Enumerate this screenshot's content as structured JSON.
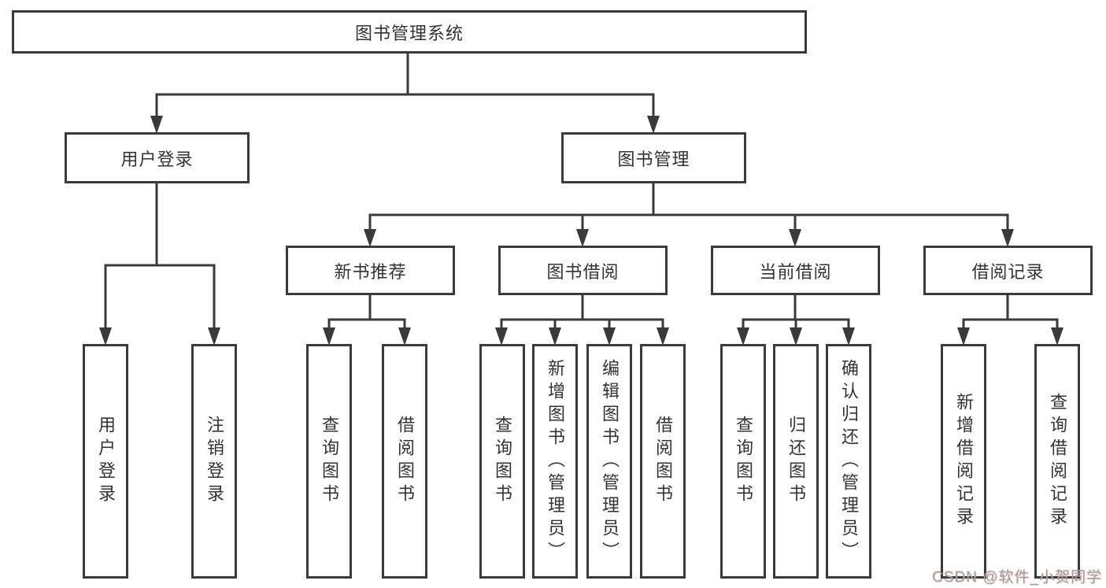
{
  "diagram": {
    "root": {
      "label": "图书管理系统"
    },
    "branches": [
      {
        "label": "用户登录",
        "children": [
          {
            "label": "用户登录"
          },
          {
            "label": "注销登录"
          }
        ]
      },
      {
        "label": "图书管理",
        "children": [
          {
            "label": "新书推荐",
            "children": [
              {
                "label": "查询图书"
              },
              {
                "label": "借阅图书"
              }
            ]
          },
          {
            "label": "图书借阅",
            "children": [
              {
                "label": "查询图书"
              },
              {
                "label": "新增图书（管理员）"
              },
              {
                "label": "编辑图书（管理员）"
              },
              {
                "label": "借阅图书"
              }
            ]
          },
          {
            "label": "当前借阅",
            "children": [
              {
                "label": "查询图书"
              },
              {
                "label": "归还图书"
              },
              {
                "label": "确认归还（管理员）"
              }
            ]
          },
          {
            "label": "借阅记录",
            "children": [
              {
                "label": "新增借阅记录"
              },
              {
                "label": "查询借阅记录"
              }
            ]
          }
        ]
      }
    ]
  },
  "watermark": {
    "text": "CSDN @软件_小贺同学"
  },
  "colors": {
    "line": "#3a3a3a",
    "box_border": "#3a3a3a",
    "text": "#333333",
    "background": "#ffffff",
    "watermark": "#a0a0a0"
  }
}
